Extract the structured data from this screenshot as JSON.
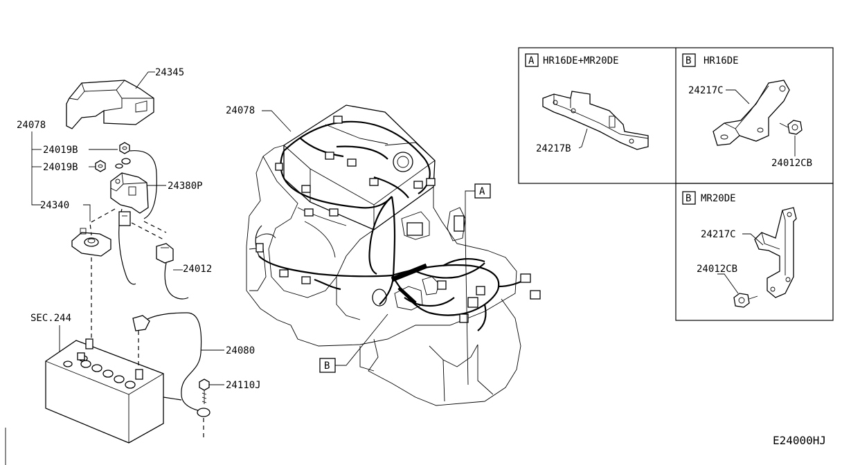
{
  "part_labels": {
    "p24345": "24345",
    "p24078_left": "24078",
    "p24019b_1": "24019B",
    "p24019b_2": "24019B",
    "p24380p": "24380P",
    "p24340": "24340",
    "p24012": "24012",
    "sec244": "SEC.244",
    "p24080": "24080",
    "p24110j": "24110J",
    "p24078_engine": "24078",
    "p24217b": "24217B",
    "p24217c_b": "24217C",
    "p24012cb_b": "24012CB",
    "p24217c_c": "24217C",
    "p24012cb_c": "24012CB"
  },
  "callouts": {
    "A": "A",
    "B": "B"
  },
  "detail_boxes": {
    "box_a": {
      "letter": "A",
      "title": "HR16DE+MR20DE"
    },
    "box_b_top": {
      "letter": "B",
      "title": "HR16DE"
    },
    "box_b_bottom": {
      "letter": "B",
      "title": "MR20DE"
    }
  },
  "diagram_code": "E24000HJ"
}
